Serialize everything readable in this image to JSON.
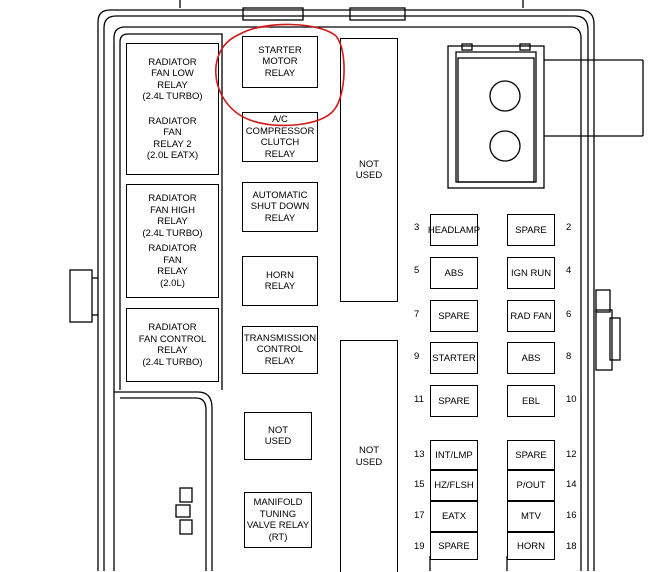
{
  "relays_left": [
    {
      "id": "rad-low",
      "lines": [
        "RADIATOR",
        "FAN LOW",
        "RELAY",
        "(2.4L TURBO)"
      ]
    },
    {
      "id": "rad-relay2",
      "lines": [
        "RADIATOR",
        "FAN",
        "RELAY 2",
        "(2.0L EATX)"
      ]
    },
    {
      "id": "rad-high",
      "lines": [
        "RADIATOR",
        "FAN HIGH",
        "RELAY",
        "(2.4L TURBO)"
      ]
    },
    {
      "id": "rad-20",
      "lines": [
        "RADIATOR",
        "FAN",
        "RELAY",
        "(2.0L)"
      ]
    },
    {
      "id": "rad-control",
      "lines": [
        "RADIATOR",
        "FAN CONTROL",
        "RELAY",
        "(2.4L TURBO)"
      ]
    }
  ],
  "relays_middle": [
    {
      "id": "starter",
      "lines": [
        "STARTER",
        "MOTOR",
        "RELAY"
      ]
    },
    {
      "id": "ac",
      "lines": [
        "A/C",
        "COMPRESSOR",
        "CLUTCH",
        "RELAY"
      ]
    },
    {
      "id": "asd",
      "lines": [
        "AUTOMATIC",
        "SHUT DOWN",
        "RELAY"
      ]
    },
    {
      "id": "horn",
      "lines": [
        "HORN",
        "RELAY"
      ]
    },
    {
      "id": "trans",
      "lines": [
        "TRANSMISSION",
        "CONTROL",
        "RELAY"
      ]
    },
    {
      "id": "notused-small",
      "lines": [
        "NOT",
        "USED"
      ]
    },
    {
      "id": "manifold",
      "lines": [
        "MANIFOLD",
        "TUNING",
        "VALVE RELAY",
        "(RT)"
      ]
    }
  ],
  "not_used_tall": [
    {
      "id": "nu-top",
      "lines": [
        "NOT",
        "USED"
      ]
    },
    {
      "id": "nu-bottom",
      "lines": [
        "NOT",
        "USED"
      ]
    }
  ],
  "fuses": [
    {
      "num": "3",
      "label": "HEADLAMP"
    },
    {
      "num": "2",
      "label": "SPARE"
    },
    {
      "num": "5",
      "label": "ABS"
    },
    {
      "num": "4",
      "label": "IGN RUN"
    },
    {
      "num": "7",
      "label": "SPARE"
    },
    {
      "num": "6",
      "label": "RAD FAN"
    },
    {
      "num": "9",
      "label": "STARTER"
    },
    {
      "num": "8",
      "label": "ABS"
    },
    {
      "num": "11",
      "label": "SPARE"
    },
    {
      "num": "10",
      "label": "EBL"
    },
    {
      "num": "13",
      "label": "INT/LMP"
    },
    {
      "num": "12",
      "label": "SPARE"
    },
    {
      "num": "15",
      "label": "HZ/FLSH"
    },
    {
      "num": "14",
      "label": "P/OUT"
    },
    {
      "num": "17",
      "label": "EATX"
    },
    {
      "num": "16",
      "label": "MTV"
    },
    {
      "num": "19",
      "label": "SPARE"
    },
    {
      "num": "18",
      "label": "HORN"
    }
  ],
  "annotation_color": "#d11a1a"
}
